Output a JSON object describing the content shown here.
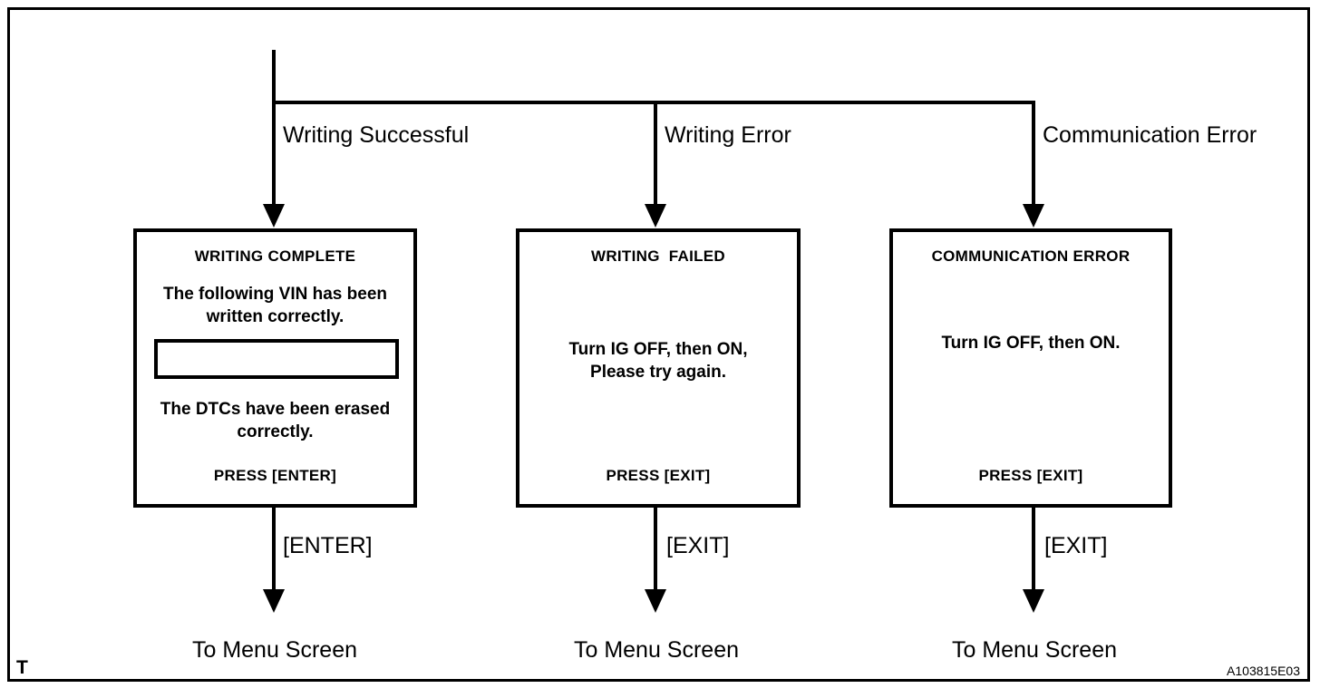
{
  "frame": {
    "corner_mark": "T",
    "document_code": "A103815E03"
  },
  "branches": [
    {
      "label": "Writing Successful"
    },
    {
      "label": "Writing Error"
    },
    {
      "label": "Communication Error"
    }
  ],
  "screens": [
    {
      "id": "writing-complete",
      "title": "WRITING COMPLETE",
      "body_upper_line1": "The following VIN has been",
      "body_upper_line2": "written correctly.",
      "vin_field_value": "",
      "body_lower_line1": "The DTCs have been erased",
      "body_lower_line2": "correctly.",
      "footer": "PRESS [ENTER]"
    },
    {
      "id": "writing-failed",
      "title": "WRITING  FAILED",
      "body_line1": "Turn IG OFF, then ON,",
      "body_line2": "Please try again.",
      "footer": "PRESS [EXIT]"
    },
    {
      "id": "communication-error",
      "title": "COMMUNICATION ERROR",
      "body_line1": "Turn IG OFF, then ON.",
      "footer": "PRESS [EXIT]"
    }
  ],
  "exits": [
    {
      "key_label": "[ENTER]",
      "terminal": "To Menu Screen"
    },
    {
      "key_label": "[EXIT]",
      "terminal": "To Menu Screen"
    },
    {
      "key_label": "[EXIT]",
      "terminal": "To Menu Screen"
    }
  ]
}
